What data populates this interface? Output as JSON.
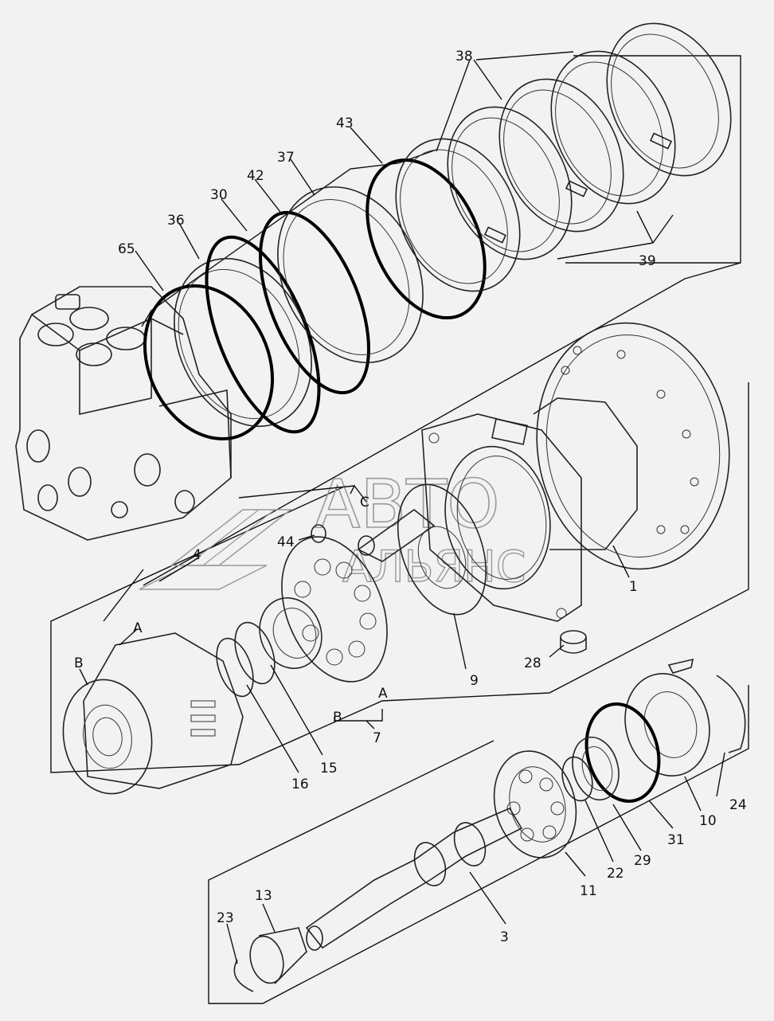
{
  "watermark": {
    "line1": "АВТО",
    "line2": "АЛЬЯНС"
  },
  "callouts": {
    "c38": "38",
    "c43": "43",
    "c37": "37",
    "c42": "42",
    "c30": "30",
    "c36": "36",
    "c65": "65",
    "c39": "39",
    "c4": "4",
    "c44": "44",
    "cC": "C",
    "cA_top": "A",
    "cB_top": "B",
    "cA_mid": "A",
    "cB_mid": "B",
    "c7": "7",
    "c9": "9",
    "c28": "28",
    "c1": "1",
    "c15": "15",
    "c16": "16",
    "c24": "24",
    "c10": "10",
    "c31": "31",
    "c29": "29",
    "c22": "22",
    "c11": "11",
    "c3": "3",
    "c13": "13",
    "c23": "23"
  },
  "colors": {
    "background": "#f2f2f2",
    "ink": "#111111",
    "watermark": "#9a9a9a"
  }
}
